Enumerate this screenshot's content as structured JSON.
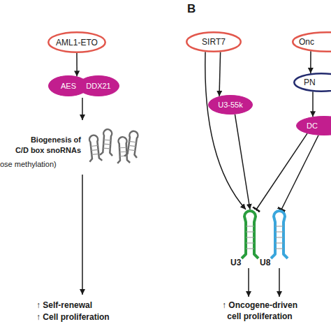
{
  "diagram": {
    "nodes": [
      {
        "text": [
          "AML1-ETO"
        ]
      },
      {
        "text": [
          "AES"
        ]
      },
      {
        "text": [
          "DDX21"
        ]
      },
      {
        "text": [
          "SIRT7"
        ]
      },
      {
        "text": [
          "Onc"
        ]
      },
      {
        "text": [
          "PN"
        ]
      },
      {
        "text": [
          "U3-55k"
        ]
      },
      {
        "text": [
          "DC"
        ]
      },
      {
        "text": [
          "U3"
        ]
      },
      {
        "text": [
          "U8"
        ]
      }
    ],
    "edges": [
      {
        "from": 0,
        "to": 1,
        "arrow": "to"
      },
      {
        "from": 3,
        "to": 8,
        "arrow": "to"
      },
      {
        "from": 3,
        "to": 6,
        "arrow": "to"
      },
      {
        "from": 6,
        "to": 8,
        "arrow": "to"
      },
      {
        "from": 4,
        "to": 5,
        "arrow": "to"
      },
      {
        "from": 5,
        "to": 7,
        "arrow": "to"
      },
      {
        "from": 7,
        "to": 8,
        "arrow": "to"
      },
      {
        "from": 7,
        "to": 9,
        "arrow": "to"
      }
    ],
    "labels": [
      "B",
      "Biogenesis of",
      "C/D box snoRNAs",
      "ose methylation)",
      "↑ Self-renewal",
      "↑ Cell proliferation",
      "↑ Oncogene-driven cell proliferation"
    ]
  }
}
